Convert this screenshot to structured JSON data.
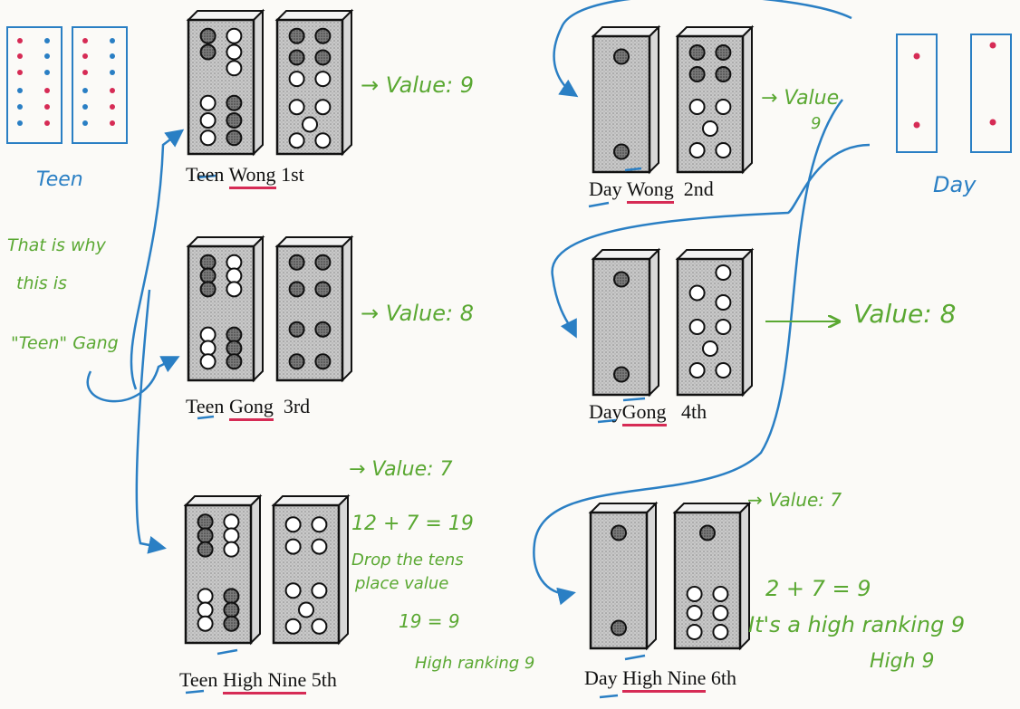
{
  "legend": {
    "teen_label": "Teen",
    "day_label": "Day"
  },
  "note_left": {
    "line1": "That is why",
    "line2": "this is",
    "line3": "\"Teen\" Gang"
  },
  "pairs": [
    {
      "id": "teen-wong",
      "caption_a": "Teen",
      "caption_b": "Wong",
      "caption_c": "1st",
      "value": "→ Value: 9"
    },
    {
      "id": "day-wong",
      "caption_a": "Day",
      "caption_b": "Wong",
      "caption_c": "2nd",
      "value_line1": "→ Value",
      "value_line2": "9"
    },
    {
      "id": "teen-gong",
      "caption_a": "Teen",
      "caption_b": "Gong",
      "caption_c": "3rd",
      "value": "→ Value: 8"
    },
    {
      "id": "day-gong",
      "caption_a": "Day",
      "caption_b": "Gong",
      "caption_c": "4th",
      "value": "Value: 8"
    },
    {
      "id": "teen-high-nine",
      "caption_a": "Teen",
      "caption_b": "High Nine",
      "caption_c": "5th",
      "value": "→ Value: 7"
    },
    {
      "id": "day-high-nine",
      "caption_a": "Day",
      "caption_b": "High Nine",
      "caption_c": "6th",
      "value": "→ Value: 7"
    }
  ],
  "teen_high_nine_notes": {
    "eq": "12 + 7 = 19",
    "line1": "Drop the tens",
    "line2": "place value",
    "line3": "19 = 9",
    "line4": "High ranking 9"
  },
  "day_high_nine_notes": {
    "eq": "2 + 7 = 9",
    "line1": "It's a high ranking 9",
    "line2": "High 9"
  },
  "colors": {
    "pip_red": "#d62b55",
    "pip_blue": "#2a7fc4",
    "ink_green": "#5aa832",
    "ink_blue": "#2a7fc4",
    "underline": "#d62b55"
  }
}
